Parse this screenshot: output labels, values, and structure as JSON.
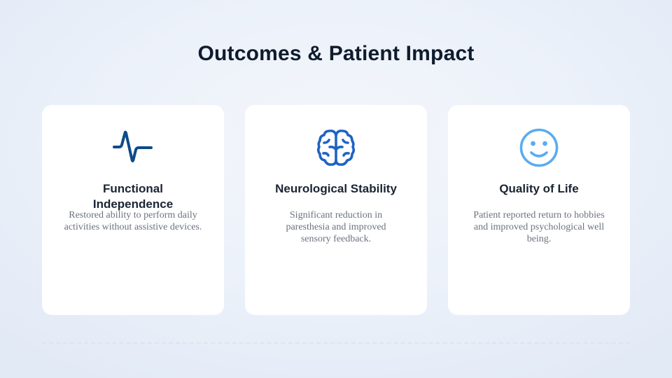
{
  "page": {
    "title": "Outcomes & Patient Impact"
  },
  "colors": {
    "title": "#0f1c2e",
    "card_title": "#1a2433",
    "card_desc": "#6b7280",
    "icon_pulse": "#0d4a8a",
    "icon_brain": "#1e63c4",
    "icon_smile": "#5aabf0"
  },
  "cards": [
    {
      "icon": "pulse-icon",
      "title": "Functional Independence",
      "description": "Restored ability to perform daily activities without assistive devices."
    },
    {
      "icon": "brain-icon",
      "title": "Neurological Stability",
      "description": "Significant reduction in paresthesia and improved sensory feedback."
    },
    {
      "icon": "smile-icon",
      "title": "Quality of Life",
      "description": "Patient reported return to hobbies and improved psychological well being."
    }
  ]
}
